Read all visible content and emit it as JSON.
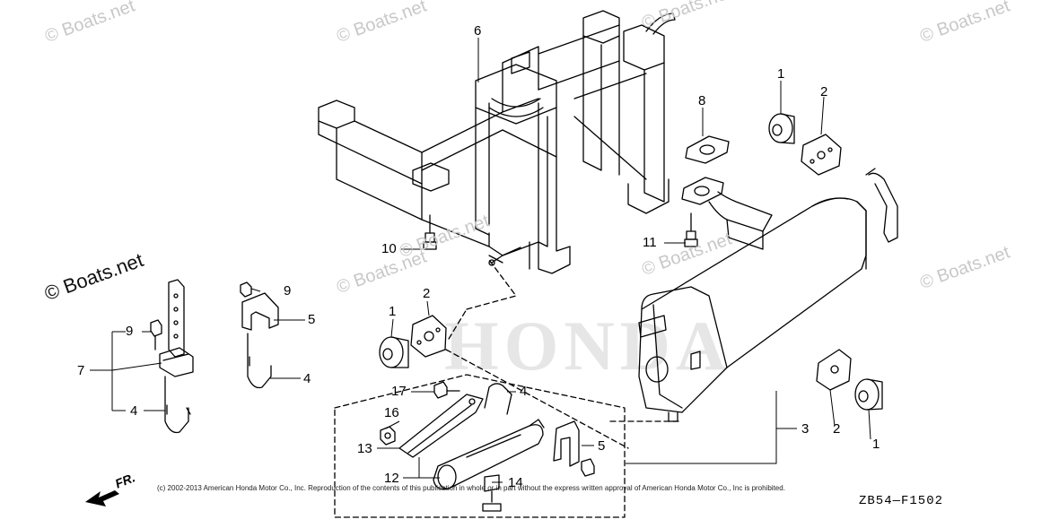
{
  "watermarks": {
    "small_text": "© Boats.net",
    "large_text": "© Boats.net"
  },
  "background_mark": "HONDA",
  "callouts": {
    "c1a": "1",
    "c1b": "1",
    "c1c": "1",
    "c2a": "2",
    "c2b": "2",
    "c2c": "2",
    "c3": "3",
    "c4a": "4",
    "c4b": "4",
    "c4c": "4",
    "c5a": "5",
    "c5b": "5",
    "c6": "6",
    "c7": "7",
    "c8": "8",
    "c9a": "9",
    "c9b": "9",
    "c10": "10",
    "c11": "11",
    "c12": "12",
    "c13": "13",
    "c14": "14",
    "c16": "16",
    "c17": "17"
  },
  "copyright": "(c) 2002-2013 American Honda Motor Co., Inc. Reproduction of the contents of this publication in whole or in part without the express written approval of American Honda Motor Co., Inc is prohibited.",
  "diagram_code": "ZB54—F1502",
  "direction_label": "FR.",
  "colors": {
    "line": "#000000",
    "watermark": "#c8c8c8",
    "honda_mark": "#e6e6e6"
  }
}
